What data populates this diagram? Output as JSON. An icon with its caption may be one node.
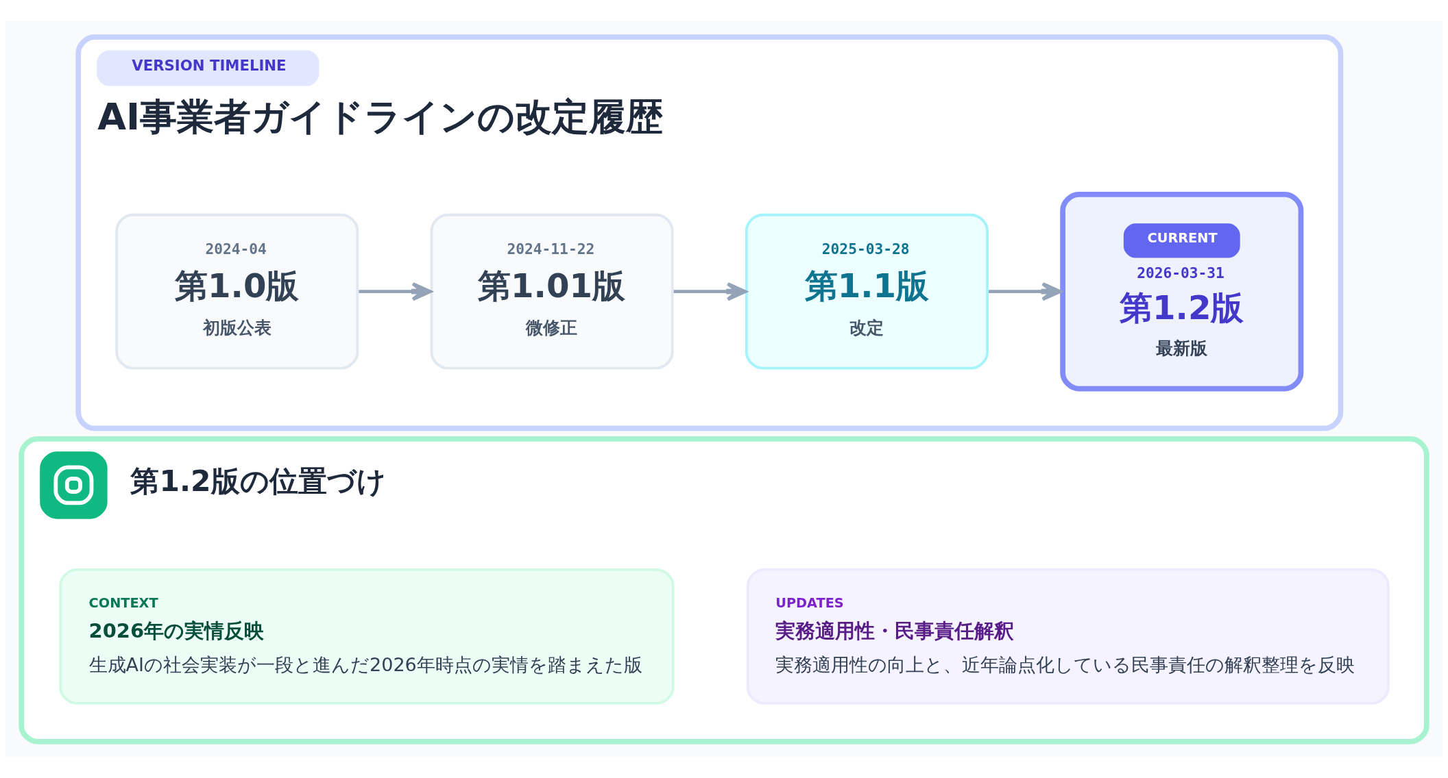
{
  "diagram": {
    "nodes": [
      {
        "text": [
          "VERSION TIMELINE",
          "AI事業者ガイドラインの改定履歴"
        ]
      },
      {
        "text": [
          "2024-04",
          "第1.0版",
          "初版公表"
        ],
        "in": 0
      },
      {
        "text": [
          "2024-11-22",
          "第1.01版",
          "微修正"
        ],
        "in": 0
      },
      {
        "text": [
          "2025-03-28",
          "第1.1版",
          "改定"
        ],
        "in": 0
      },
      {
        "text": [
          "CURRENT",
          "2026-03-31",
          "第1.2版",
          "最新版"
        ],
        "in": 0
      },
      {
        "text": [
          "第1.2版の位置づけ"
        ]
      },
      {
        "text": [
          "CONTEXT",
          "2026年の実情反映",
          "生成AIの社会実装が一段と進んだ2026年時点の実情を踏まえた版"
        ],
        "in": 5
      },
      {
        "text": [
          "UPDATES",
          "実務適用性・民事責任解釈",
          "実務適用性の向上と、近年論点化している民事責任の解釈整理を反映"
        ],
        "in": 5
      }
    ],
    "edges": [
      {
        "from": 1,
        "to": 2,
        "arrow": "to"
      },
      {
        "from": 2,
        "to": 3,
        "arrow": "to"
      },
      {
        "from": 3,
        "to": 4,
        "arrow": "to"
      }
    ]
  }
}
